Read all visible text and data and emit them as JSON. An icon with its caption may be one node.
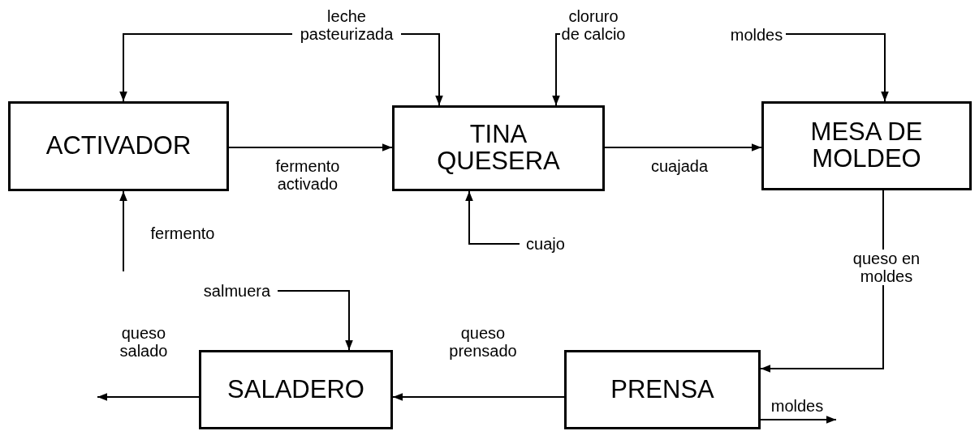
{
  "diagram": {
    "nodes": [
      {
        "text": [
          "ACTIVADOR"
        ]
      },
      {
        "text": [
          "TINA QUESERA"
        ]
      },
      {
        "text": [
          "MESA DE MOLDEO"
        ]
      },
      {
        "text": [
          "SALADERO"
        ]
      },
      {
        "text": [
          "PRENSA"
        ]
      },
      {
        "text": [
          "leche pasteurizada"
        ]
      },
      {
        "text": [
          "cloruro de calcio"
        ]
      },
      {
        "text": [
          "moldes"
        ]
      },
      {
        "text": [
          "cuajo"
        ]
      },
      {
        "text": [
          "salmuera"
        ]
      }
    ],
    "edges": [
      {
        "from": 5,
        "to": 0,
        "arrow": "to"
      },
      {
        "from": 5,
        "to": 1,
        "arrow": "to"
      },
      {
        "from": 6,
        "to": 1,
        "arrow": "to"
      },
      {
        "from": 7,
        "to": 2,
        "arrow": "to"
      },
      {
        "from": 0,
        "to": 1,
        "arrow": "to",
        "label": "fermento activado"
      },
      {
        "from": null,
        "to": 0,
        "arrow": "to",
        "label": "fermento"
      },
      {
        "from": 8,
        "to": 1,
        "arrow": "to"
      },
      {
        "from": 1,
        "to": 2,
        "arrow": "to",
        "label": "cuajada"
      },
      {
        "from": 2,
        "to": 4,
        "arrow": "to",
        "label": "queso en moldes"
      },
      {
        "from": 4,
        "to": 3,
        "arrow": "to",
        "label": "queso prensado"
      },
      {
        "from": 3,
        "to": null,
        "arrow": "to",
        "label": "queso salado"
      },
      {
        "from": 9,
        "to": 3,
        "arrow": "to"
      },
      {
        "from": 4,
        "to": null,
        "arrow": "to",
        "label": "moldes"
      }
    ]
  }
}
